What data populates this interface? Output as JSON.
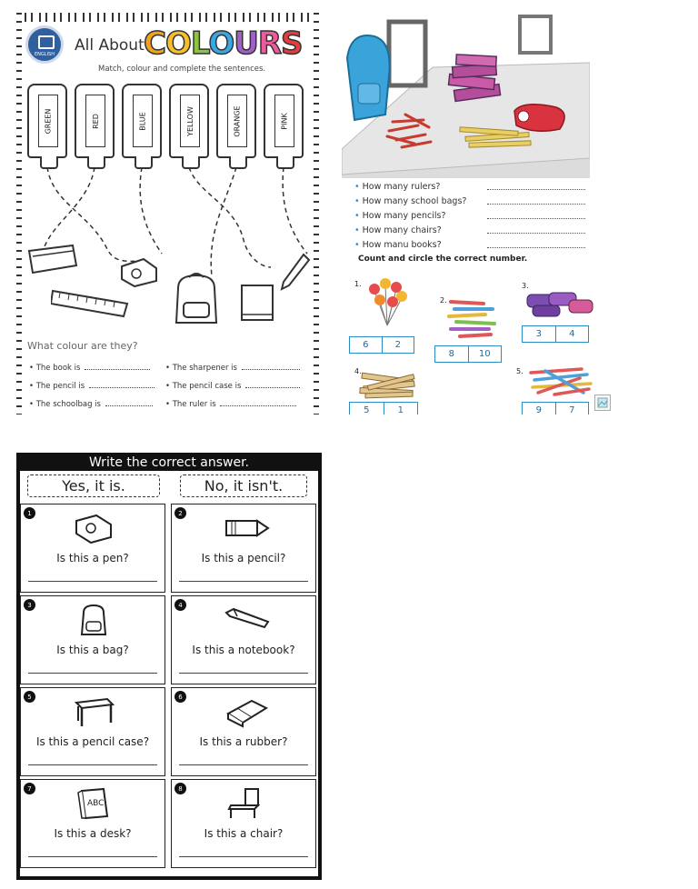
{
  "colours_sheet": {
    "all_about": "All About",
    "colours_word": [
      "C",
      "O",
      "L",
      "O",
      "U",
      "R",
      "S"
    ],
    "colours_colors": [
      "#f2a31b",
      "#f6c026",
      "#8cc63f",
      "#3aa7e0",
      "#a25fc7",
      "#ef5a9d",
      "#e73c3c"
    ],
    "instruction": "Match, colour and complete the sentences.",
    "tubes": [
      "GREEN",
      "RED",
      "BLUE",
      "YELLOW",
      "ORANGE",
      "PINK"
    ],
    "question": "What colour are they?",
    "sentences_left": [
      "The book is",
      "The pencil is",
      "The schoolbag is"
    ],
    "sentences_right": [
      "The sharpener is",
      "The pencil case is",
      "The ruler is"
    ]
  },
  "counting_sheet": {
    "questions": [
      "How many rulers?",
      "How many school bags?",
      "How many pencils?",
      "How many chairs?",
      "How manu books?"
    ],
    "count_title": "Count and circle the correct number.",
    "items": [
      {
        "label": "1.",
        "options": [
          "6",
          "2"
        ]
      },
      {
        "label": "2.",
        "options": [
          "8",
          "10"
        ]
      },
      {
        "label": "3.",
        "options": [
          "3",
          "4"
        ]
      },
      {
        "label": "4.",
        "options": [
          "5",
          "1"
        ]
      },
      {
        "label": "5.",
        "options": [
          "9",
          "7"
        ]
      }
    ]
  },
  "answer_sheet": {
    "title": "Write the correct answer.",
    "yes": "Yes, it is.",
    "no": "No, it isn't.",
    "questions": [
      {
        "num": "1",
        "text": "Is this a pen?"
      },
      {
        "num": "2",
        "text": "Is this a pencil?"
      },
      {
        "num": "3",
        "text": "Is this a bag?"
      },
      {
        "num": "4",
        "text": "Is this a notebook?"
      },
      {
        "num": "5",
        "text": "Is this a pencil case?"
      },
      {
        "num": "6",
        "text": "Is this a rubber?"
      },
      {
        "num": "7",
        "text": "Is this a desk?"
      },
      {
        "num": "8",
        "text": "Is this a chair?"
      }
    ],
    "book_label": "ABC"
  }
}
